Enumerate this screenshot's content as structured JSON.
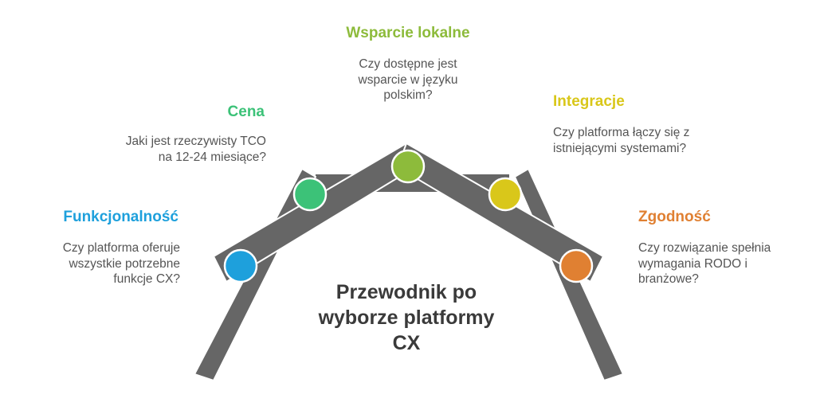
{
  "main_title": "Przewodnik po wyborze platformy CX",
  "steps": [
    {
      "title": "Funkcjonalność",
      "description": "Czy platforma oferuje wszystkie potrzebne funkcje CX?",
      "color": "#1ea0dc"
    },
    {
      "title": "Cena",
      "description": "Jaki jest rzeczywisty TCO na 12-24 miesiące?",
      "color": "#3cc278"
    },
    {
      "title": "Wsparcie lokalne",
      "description": "Czy dostępne jest wsparcie w języku polskim?",
      "color": "#8dbb3b"
    },
    {
      "title": "Integracje",
      "description": "Czy platforma łączy się z istniejącymi systemami?",
      "color": "#d9c71a"
    },
    {
      "title": "Zgodność",
      "description": "Czy rozwiązanie spełnia wymagania RODO i branżowe?",
      "color": "#e08032"
    }
  ],
  "colors": {
    "structure": "#666666",
    "structure_stroke": "#ffffff"
  }
}
